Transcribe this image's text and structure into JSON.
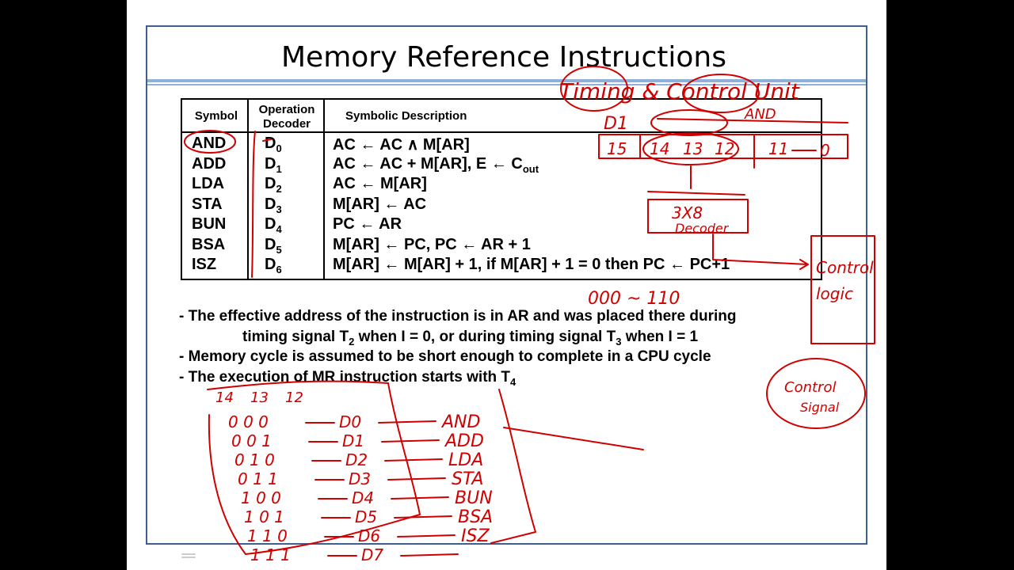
{
  "slide": {
    "title": "Memory Reference Instructions",
    "table": {
      "headers": {
        "symbol": "Symbol",
        "decoder": "Operation Decoder",
        "description": "Symbolic  Description"
      },
      "rows": [
        {
          "symbol": "AND",
          "decoder": "D",
          "dsub": "0",
          "desc": "AC ← AC ∧ M[AR]"
        },
        {
          "symbol": "ADD",
          "decoder": "D",
          "dsub": "1",
          "desc": "AC ← AC + M[AR], E ← C",
          "desc_sub": "out"
        },
        {
          "symbol": "LDA",
          "decoder": "D",
          "dsub": "2",
          "desc": "AC ← M[AR]"
        },
        {
          "symbol": "STA",
          "decoder": "D",
          "dsub": "3",
          "desc": "M[AR] ← AC"
        },
        {
          "symbol": "BUN",
          "decoder": "D",
          "dsub": "4",
          "desc": "PC ← AR"
        },
        {
          "symbol": "BSA",
          "decoder": "D",
          "dsub": "5",
          "desc": "M[AR] ← PC, PC ← AR + 1"
        },
        {
          "symbol": "ISZ",
          "decoder": "D",
          "dsub": "6",
          "desc": "M[AR] ← M[AR] + 1, if M[AR] + 1 = 0 then PC ← PC+1"
        }
      ]
    },
    "notes": {
      "n1a": "- The effective address of the instruction is in AR and was placed there during",
      "n1b_pre": "timing signal T",
      "n1b_sub1": "2",
      "n1b_mid": " when I = 0, or during timing signal T",
      "n1b_sub2": "3",
      "n1b_post": " when I = 1",
      "n2": "- Memory cycle is assumed to be short enough to complete in a CPU cycle",
      "n3_pre": "- The execution of MR instruction starts with T",
      "n3_sub": "4"
    }
  },
  "annotations": {
    "timing_control": "Timing & Control Unit",
    "d_label": "D1",
    "and_label": "AND",
    "bits": [
      "15",
      "14",
      "13",
      "12",
      "11",
      "0"
    ],
    "decoder_top": "3X8",
    "decoder_bottom": "Decoder",
    "control": "Control",
    "logic": "logic",
    "range": "000 ~ 110",
    "control_signal_1": "Control",
    "control_signal_2": "Signal",
    "truth_header": [
      "14",
      "13",
      "12"
    ],
    "truth_rows": [
      {
        "bits": "0 0 0",
        "d": "D0",
        "op": "AND"
      },
      {
        "bits": "0 0 1",
        "d": "D1",
        "op": "ADD"
      },
      {
        "bits": "0 1 0",
        "d": "D2",
        "op": "LDA"
      },
      {
        "bits": "0 1 1",
        "d": "D3",
        "op": "STA"
      },
      {
        "bits": "1 0 0",
        "d": "D4",
        "op": "BUN"
      },
      {
        "bits": "1 0 1",
        "d": "D5",
        "op": "BSA"
      },
      {
        "bits": "1 1 0",
        "d": "D6",
        "op": "ISZ"
      },
      {
        "bits": "1 1 1",
        "d": "D7",
        "op": ""
      }
    ]
  },
  "colors": {
    "ink": "#d00000",
    "frame": "#3f5f8f",
    "rule": "#8fb0d8"
  }
}
